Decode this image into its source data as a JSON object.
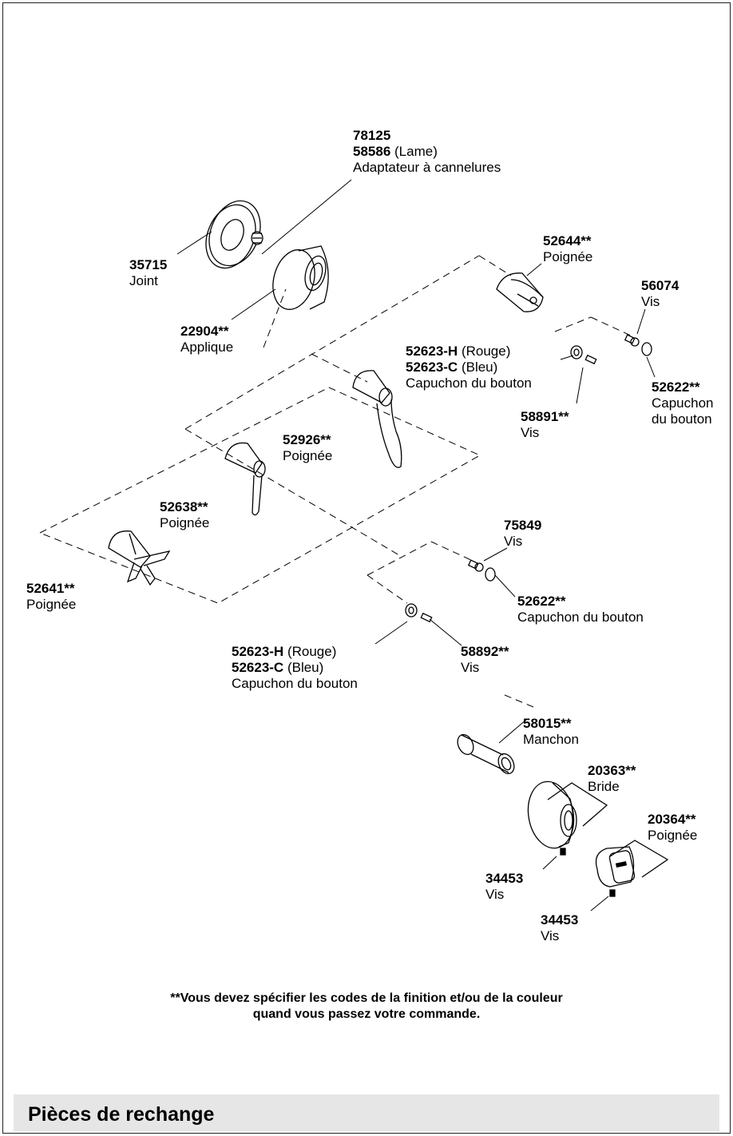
{
  "labels": {
    "p78125": {
      "code": "78125",
      "code2": "58586",
      "variant2": "(Lame)",
      "name": "Adaptateur à cannelures"
    },
    "p35715": {
      "code": "35715",
      "name": "Joint"
    },
    "p22904": {
      "code": "22904**",
      "name": "Applique"
    },
    "p52644": {
      "code": "52644**",
      "name": "Poignée"
    },
    "p56074": {
      "code": "56074",
      "name": "Vis"
    },
    "p52623a": {
      "code1": "52623-H",
      "variant1": "(Rouge)",
      "code2": "52623-C",
      "variant2": "(Bleu)",
      "name": "Capuchon du bouton"
    },
    "p52622a": {
      "code": "52622**",
      "name1": "Capuchon",
      "name2": "du bouton"
    },
    "p58891": {
      "code": "58891**",
      "name": "Vis"
    },
    "p52926": {
      "code": "52926**",
      "name": "Poignée"
    },
    "p52638": {
      "code": "52638**",
      "name": "Poignée"
    },
    "p52641": {
      "code": "52641**",
      "name": "Poignée"
    },
    "p75849": {
      "code": "75849",
      "name": "Vis"
    },
    "p52622b": {
      "code": "52622**",
      "name": "Capuchon du bouton"
    },
    "p58892": {
      "code": "58892**",
      "name": "Vis"
    },
    "p52623b": {
      "code1": "52623-H",
      "variant1": "(Rouge)",
      "code2": "52623-C",
      "variant2": "(Bleu)",
      "name": "Capuchon du bouton"
    },
    "p58015": {
      "code": "58015**",
      "name": "Manchon"
    },
    "p20363": {
      "code": "20363**",
      "name": "Bride"
    },
    "p20364": {
      "code": "20364**",
      "name": "Poignée"
    },
    "p34453a": {
      "code": "34453",
      "name": "Vis"
    },
    "p34453b": {
      "code": "34453",
      "name": "Vis"
    }
  },
  "note": {
    "line1": "**Vous devez spécifier les codes de la finition et/ou de la couleur",
    "line2": "quand vous passez votre commande."
  },
  "section": {
    "title": "Pièces de rechange"
  },
  "colors": {
    "line": "#000000",
    "banner": "#e6e6e6"
  }
}
